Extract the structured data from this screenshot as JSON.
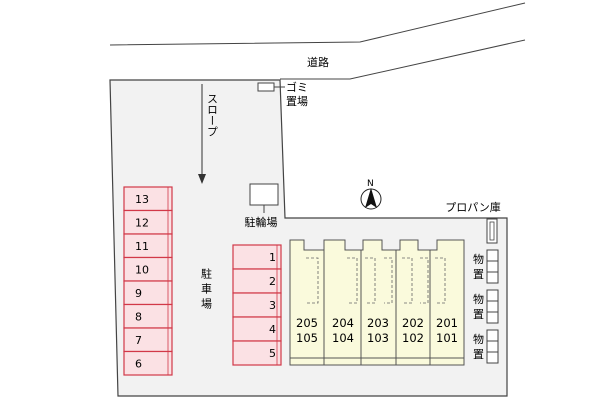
{
  "road": {
    "label": "道路"
  },
  "garbage": {
    "label_line1": "ゴミ",
    "label_line2": "置場"
  },
  "slope": {
    "label": "スロープ"
  },
  "compass": {
    "label": "N"
  },
  "bicycle": {
    "label": "駐輪場"
  },
  "propane": {
    "label": "プロパン庫"
  },
  "parking": {
    "label": "駐車場",
    "left_column": [
      "13",
      "12",
      "11",
      "10",
      "9",
      "8",
      "7",
      "6"
    ],
    "right_column": [
      "1",
      "2",
      "3",
      "4",
      "5"
    ]
  },
  "building": {
    "units": [
      {
        "upper": "205",
        "lower": "105"
      },
      {
        "upper": "204",
        "lower": "104"
      },
      {
        "upper": "203",
        "lower": "103"
      },
      {
        "upper": "202",
        "lower": "102"
      },
      {
        "upper": "201",
        "lower": "101"
      }
    ]
  },
  "storage": {
    "label": "物置",
    "count": 3
  },
  "colors": {
    "lot": "#f2f2f2",
    "building": "#fafadc",
    "parking_fill": "#fbe1e4",
    "parking_border": "#d23848"
  }
}
